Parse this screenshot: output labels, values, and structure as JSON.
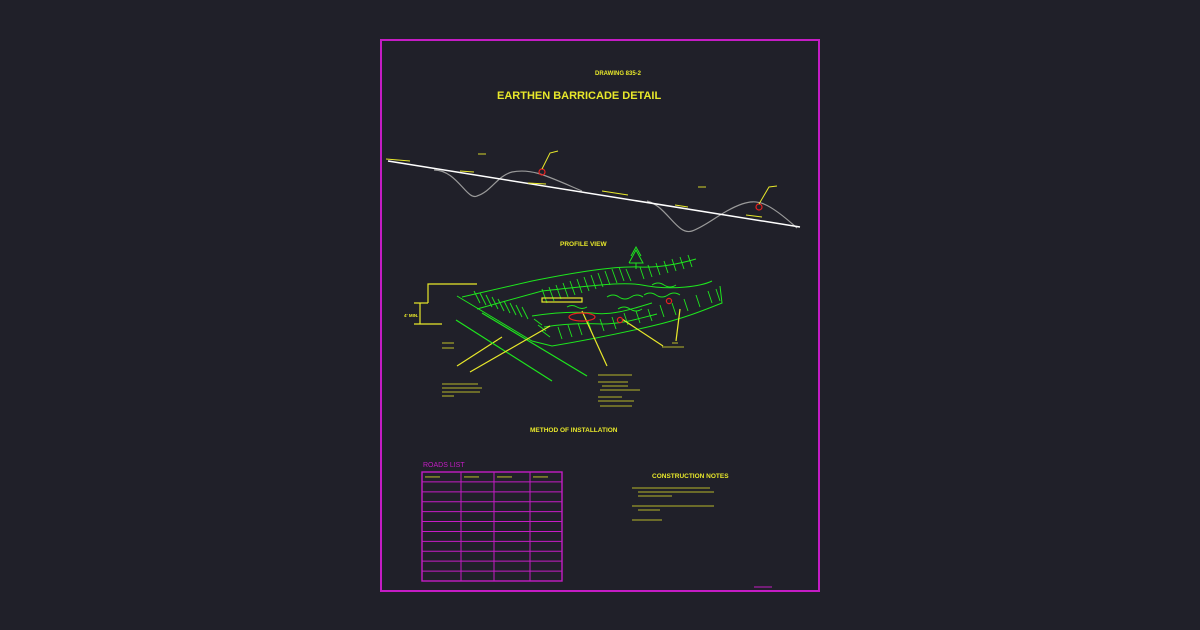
{
  "drawing": {
    "number": "DRAWING 835-2",
    "title": "EARTHEN BARRICADE DETAIL",
    "profile_label": "PROFILE VIEW",
    "method_label": "METHOD OF INSTALLATION",
    "notes_title": "CONSTRUCTION NOTES",
    "roads_title": "ROADS LIST",
    "height_label": "4' MIN."
  },
  "roads_list": {
    "columns": 4,
    "rows": 10
  },
  "colors": {
    "border": "#c41cc4",
    "text": "#e8e82a",
    "ground": "#ffffff",
    "terrain": "#9a9a9a",
    "vegetation": "#1ee61e",
    "marker": "#e82020",
    "background": "#202029"
  }
}
